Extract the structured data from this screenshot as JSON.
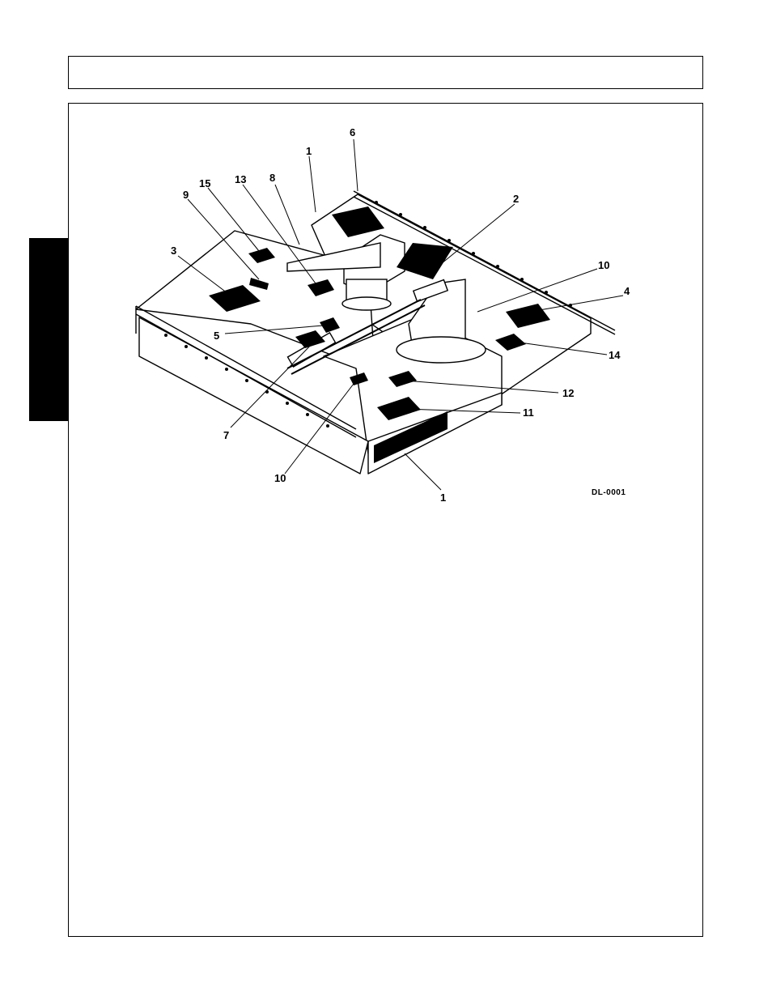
{
  "header": {
    "title": ""
  },
  "figure": {
    "figure_id": "DL-0001",
    "callouts": {
      "c1_top": "1",
      "c6": "6",
      "c15": "15",
      "c13": "13",
      "c8": "8",
      "c9": "9",
      "c2": "2",
      "c3": "3",
      "c10_right": "10",
      "c4": "4",
      "c5": "5",
      "c14": "14",
      "c12": "12",
      "c11": "11",
      "c7": "7",
      "c10_bottom": "10",
      "c1_bottom": "1"
    }
  }
}
